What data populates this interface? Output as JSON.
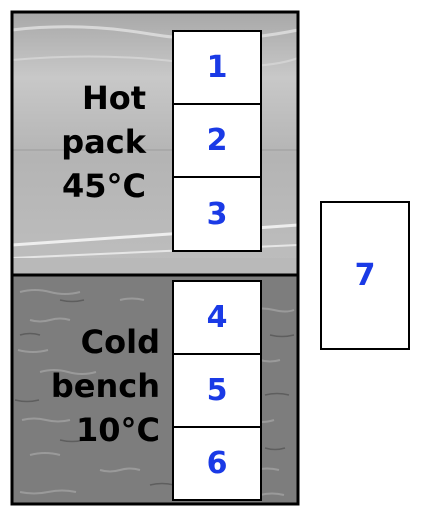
{
  "hot_pack": {
    "line1": "Hot",
    "line2": "pack",
    "line3": "45°C"
  },
  "cold_bench": {
    "line1": "Cold",
    "line2": "bench",
    "line3": "10°C"
  },
  "cells": [
    "1",
    "2",
    "3",
    "4",
    "5",
    "6"
  ],
  "detached_cell": "7",
  "colors": {
    "number": "#1a3ae6",
    "hot_pack": "#bdbdbd",
    "cold_bench": "#7d7d7d",
    "border": "#000000"
  }
}
